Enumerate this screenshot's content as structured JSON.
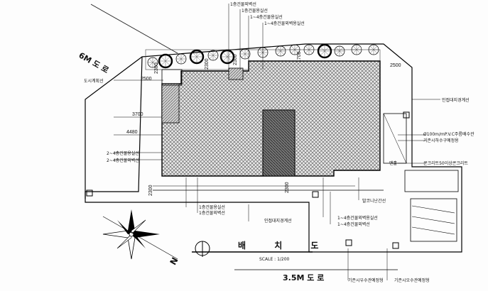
{
  "roads": {
    "north": "6M 도 로",
    "south": "3.5M 도 로"
  },
  "title": "배 치 도",
  "scale": "SCALE : 1/200",
  "compass_label": "N",
  "dimensions": {
    "d2500_left": "2500",
    "d3700": "3700",
    "d4480": "4480",
    "d2500_right": "2500",
    "d2300_a": "2300",
    "d2300_b": "2300",
    "d2300_c": "2300",
    "d1700": "1700",
    "d2300_top": "2300",
    "d2300_mid": "2300"
  },
  "labels": {
    "top1": "1층건물외벽선",
    "top2": "1층건물용실선",
    "top3": "1~4층건물용실선",
    "top4": "1~4층건물외벽용실선",
    "left1": "도시계획선",
    "left2": "2~4층건물용실선",
    "left3": "2~4층건물외벽선",
    "right1": "인접대지경계선",
    "right2": "Ø100m/mP.V.C주름배수관",
    "right3": "기존시하수구예정용",
    "right4": "콘크리트50이상콘크리트",
    "bottom1": "1층건물용실선",
    "bottom2": "1층건물외벽선",
    "bottom3": "인접대지경계선",
    "bottom4": "1~4층건물외벽용실선",
    "bottom5": "1~4층건물외벽선",
    "balcony": "발코니난간선",
    "sink1": "기존시우수관예정형",
    "sink2": "기존시오수관예정형",
    "drain": "맨홀"
  }
}
